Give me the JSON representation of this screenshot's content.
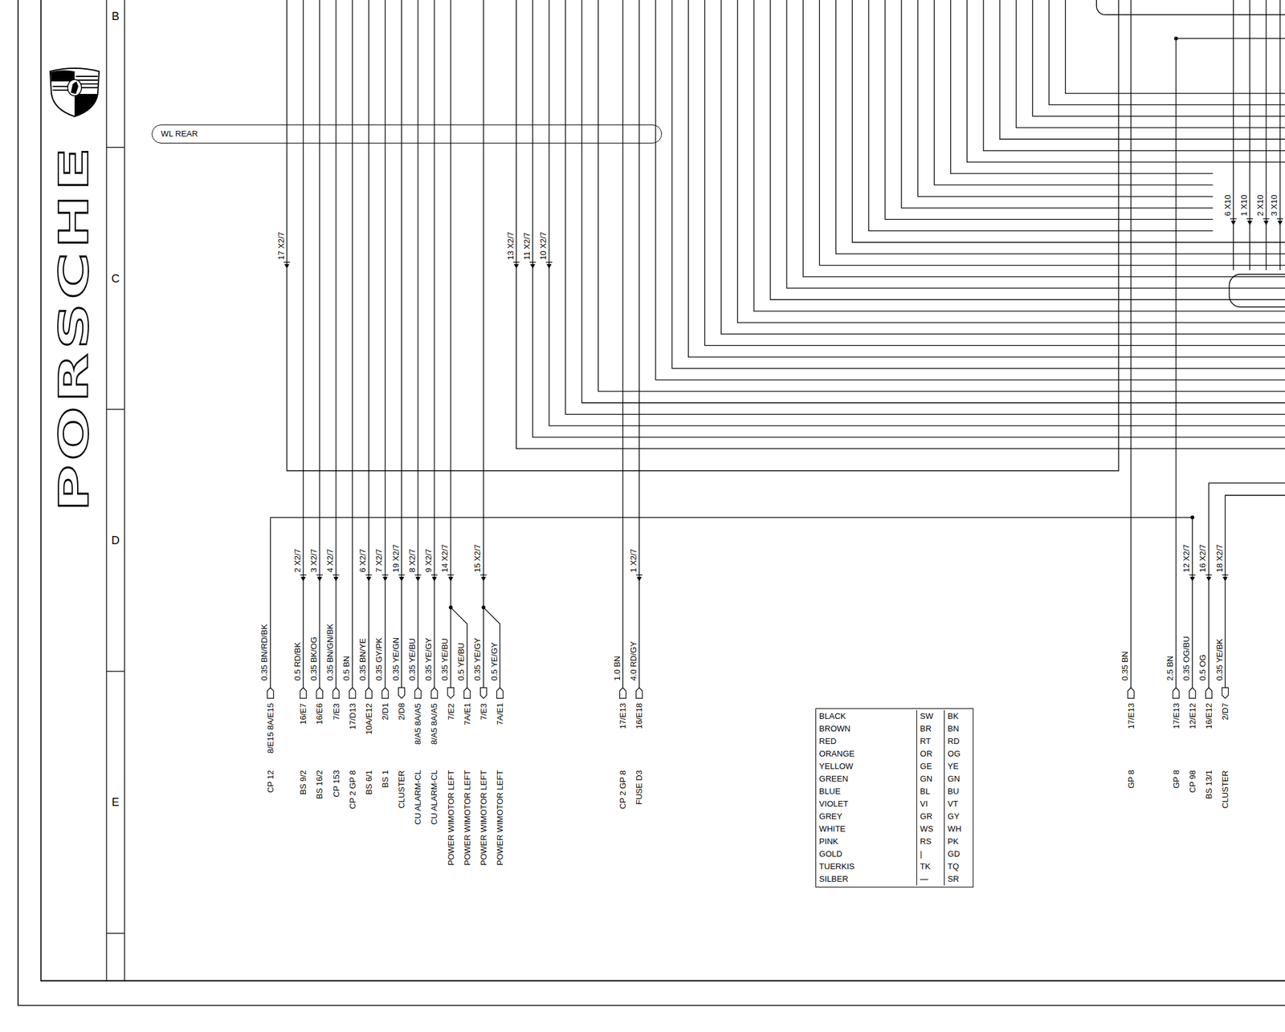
{
  "diagram": {
    "nodes": [
      {
        "text": [
          "WL REAR"
        ]
      },
      {
        "text": [
          "BLACK",
          "SW",
          "BK",
          "BROWN",
          "BR",
          "BN",
          "RED",
          "RT",
          "RD",
          "ORANGE",
          "OR",
          "OG",
          "YELLOW",
          "GE",
          "YE",
          "GREEN",
          "GN",
          "GN",
          "BLUE",
          "BL",
          "BU",
          "VIOLET",
          "VI",
          "VT",
          "GREY",
          "GR",
          "GY",
          "WHITE",
          "WS",
          "WH",
          "PINK",
          "RS",
          "PK",
          "GOLD",
          "|",
          "GD",
          "TUERKIS",
          "TK",
          "TQ",
          "SILBER",
          "—",
          "SR"
        ]
      }
    ],
    "labels": [
      "B",
      "C",
      "D",
      "E",
      "PORSCHE",
      "17 X2/7",
      "13 X2/7",
      "11 X2/7",
      "10 X2/7",
      "6 X10",
      "1 X10",
      "2 X10",
      "3 X10",
      "0.35 BN/RD/BK",
      "8/E15 8A/E15",
      "CP 12",
      "2 X2/7",
      "0.5 RD/BK",
      "16/E7",
      "BS 9/2",
      "3 X2/7",
      "0.35 BK/OG",
      "16/E6",
      "BS 16/2",
      "4 X2/7",
      "0.35 BN/GN/BK",
      "7/E3",
      "CP 153",
      "0.5 BN",
      "17/D13",
      "CP 2 GP 8",
      "6 X2/7",
      "0.35 BN/YE",
      "10A/E12",
      "BS 6/1",
      "7 X2/7",
      "0.35 GY/PK",
      "2/D1",
      "BS 1",
      "19 X2/7",
      "0.35 YE/GN",
      "2/D8",
      "CLUSTER",
      "8 X2/7",
      "0.35 YE/BU",
      "8/A5 8A/A5",
      "CU ALARM-CL",
      "9 X2/7",
      "0.35 YE/GY",
      "8/A5 8A/A5",
      "CU ALARM-CL",
      "14 X2/7",
      "0.35 YE/BU",
      "7/E2",
      "POWER WIMOTOR LEFT",
      "0.5 YE/BU",
      "7A/E1",
      "POWER WIMOTOR LEFT",
      "15 X2/7",
      "0.35 YE/GY",
      "7/E3",
      "POWER WIMOTOR LEFT",
      "0.5 YE/GY",
      "7A/E1",
      "POWER WIMOTOR LEFT",
      "1.0 BN",
      "17/E13",
      "CP 2 GP 8",
      "1 X2/7",
      "4.0 RD/GY",
      "16/E18",
      "FUSE D3",
      "0.35 BN",
      "17/E13",
      "GP 8",
      "2.5 BN",
      "17/E13",
      "GP 8",
      "12 X2/7",
      "0.35 OG/BU",
      "12/E12",
      "CP 98",
      "16 X2/7",
      "0.5 OG",
      "16/E12",
      "BS 13/1",
      "18 X2/7",
      "0.35 YE/BK",
      "2/D7",
      "CLUSTER"
    ]
  }
}
